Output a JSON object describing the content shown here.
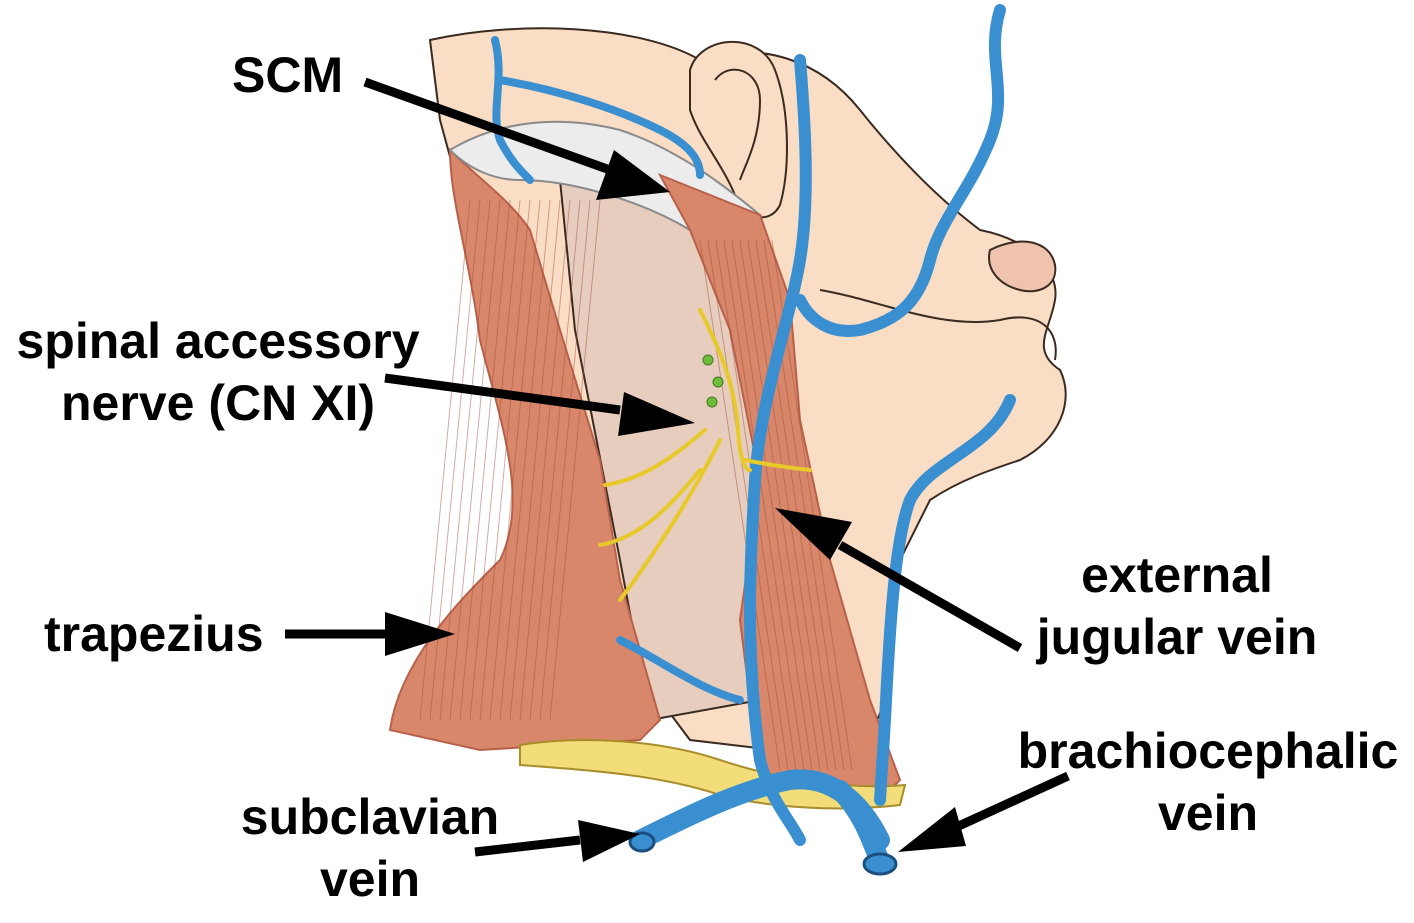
{
  "labels": {
    "scm": "SCM",
    "spinal_accessory_line1": "spinal accessory",
    "spinal_accessory_line2": "nerve (CN XI)",
    "trapezius": "trapezius",
    "external_jugular_line1": "external",
    "external_jugular_line2": "jugular vein",
    "brachiocephalic_line1": "brachiocephalic",
    "brachiocephalic_line2": "vein",
    "subclavian_line1": "subclavian",
    "subclavian_line2": "vein"
  },
  "colors": {
    "skin": "#f9ddc4",
    "skin_outline": "#3a2a20",
    "muscle": "#d9876a",
    "muscle_dark": "#b8604a",
    "muscle_fiber": "#9e4a36",
    "tendon": "#ececec",
    "fascia": "#e6cdbd",
    "vein": "#3a8fd0",
    "vein_outline": "#1b4f80",
    "nerve": "#e8c92a",
    "lymph_node": "#6fbd3a",
    "clavicle": "#f3dc7a",
    "arrow": "#000000"
  }
}
